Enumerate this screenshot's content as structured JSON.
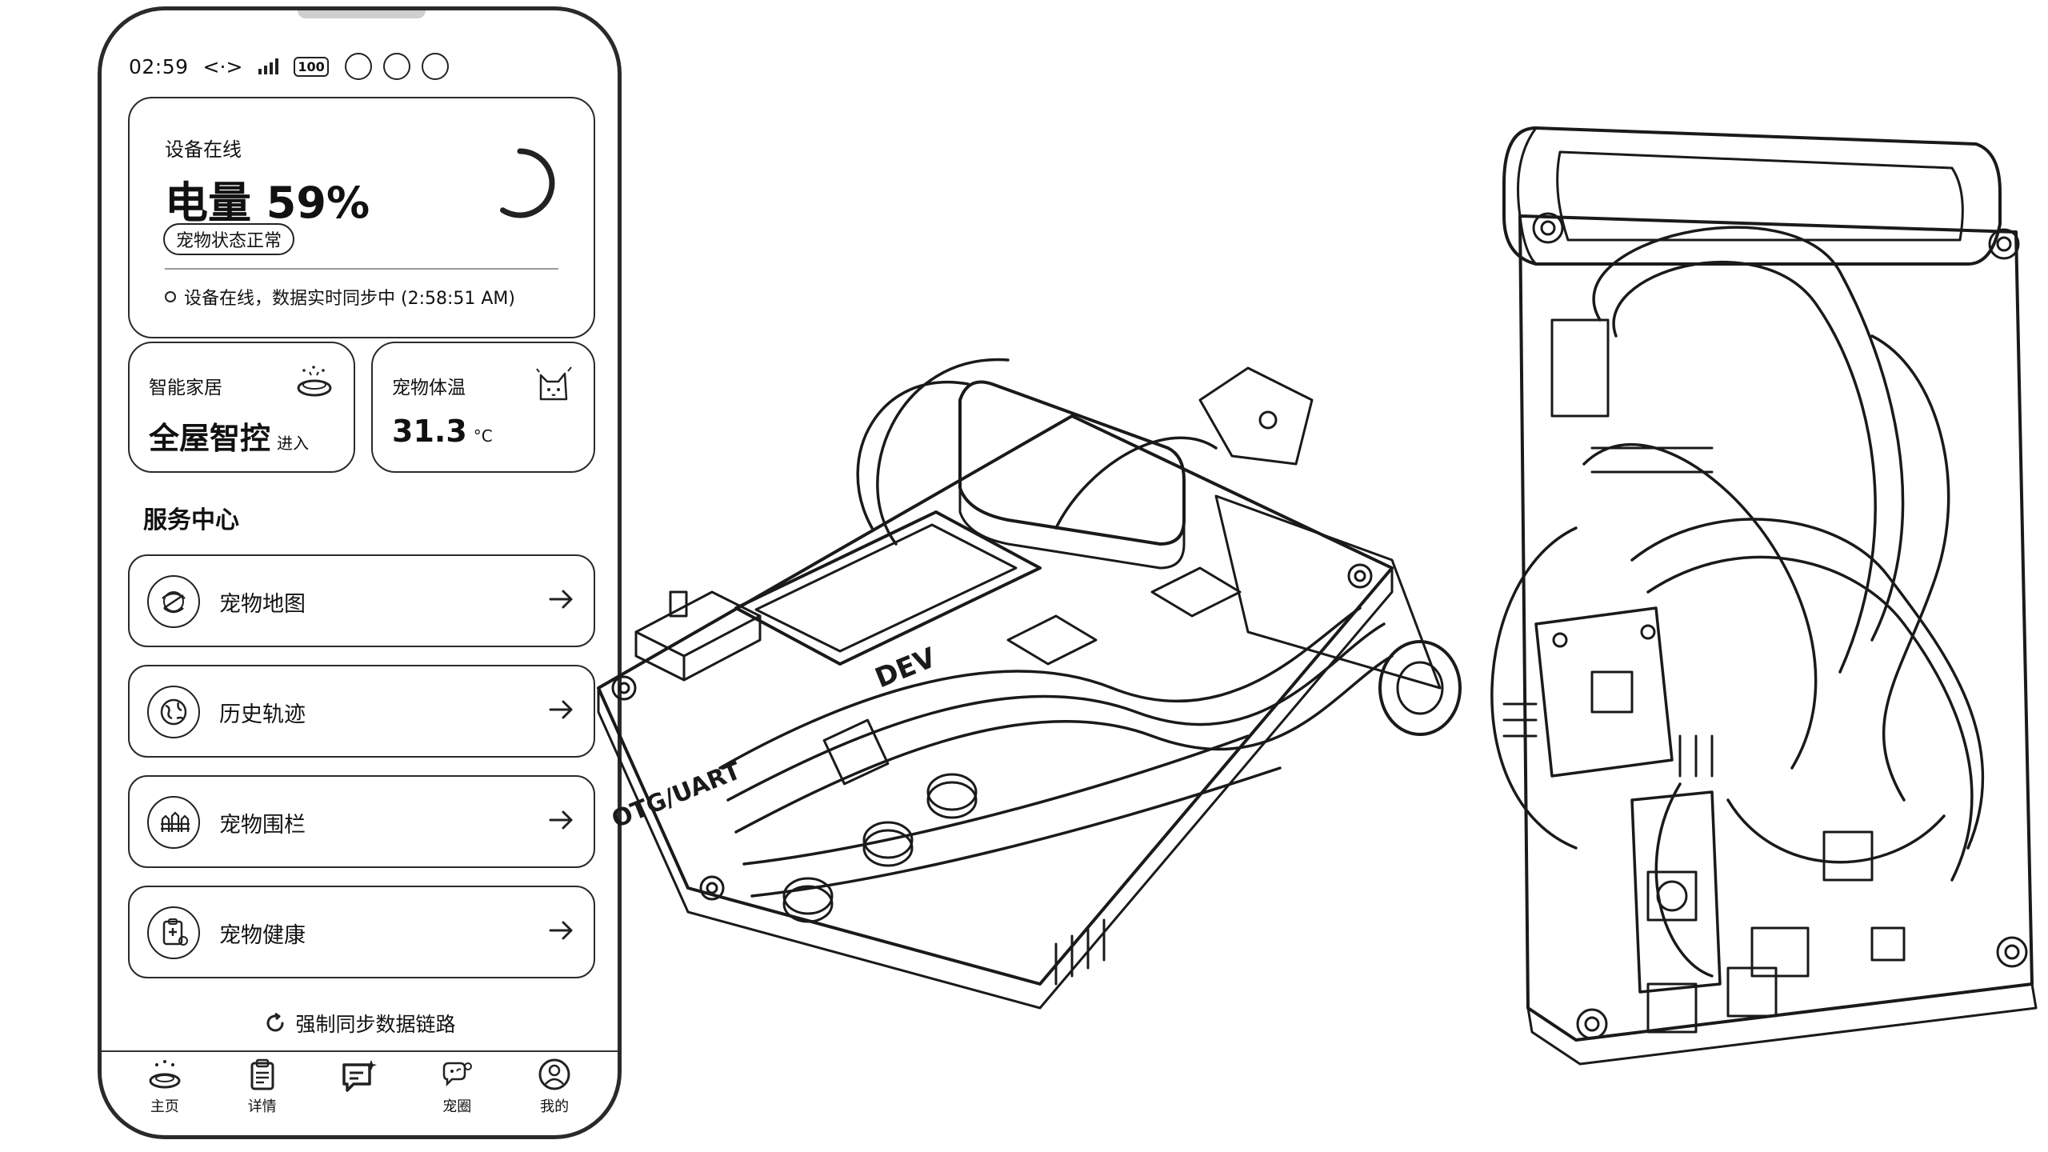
{
  "status_bar": {
    "time": "02:59",
    "battery": "100"
  },
  "device_card": {
    "label": "设备在线",
    "battery_text": "电量 59%",
    "battery_level": 0.59,
    "badge": "宠物状态正常",
    "sync_text": "设备在线，数据实时同步中 (2:58:51 AM)"
  },
  "smart_home": {
    "label": "智能家居",
    "value": "全屋智控",
    "sub": "进入"
  },
  "pet_temp": {
    "label": "宠物体温",
    "value": "31.3",
    "unit": "°C"
  },
  "service_center": {
    "title": "服务中心",
    "items": [
      {
        "label": "宠物地图",
        "icon": "map-icon"
      },
      {
        "label": "历史轨迹",
        "icon": "globe-icon"
      },
      {
        "label": "宠物围栏",
        "icon": "fence-icon"
      },
      {
        "label": "宠物健康",
        "icon": "health-icon"
      }
    ]
  },
  "force_sync": "强制同步数据链路",
  "bottom_nav": [
    {
      "label": "主页",
      "icon": "home-icon"
    },
    {
      "label": "详情",
      "icon": "clipboard-icon"
    },
    {
      "label": "",
      "icon": "chat-icon"
    },
    {
      "label": "宠圈",
      "icon": "community-icon"
    },
    {
      "label": "我的",
      "icon": "profile-icon"
    }
  ],
  "board_labels": {
    "otg": "OTG/UART",
    "brand": "DEV"
  },
  "colors": {
    "line": "#1a1a1a",
    "background": "#ffffff"
  }
}
